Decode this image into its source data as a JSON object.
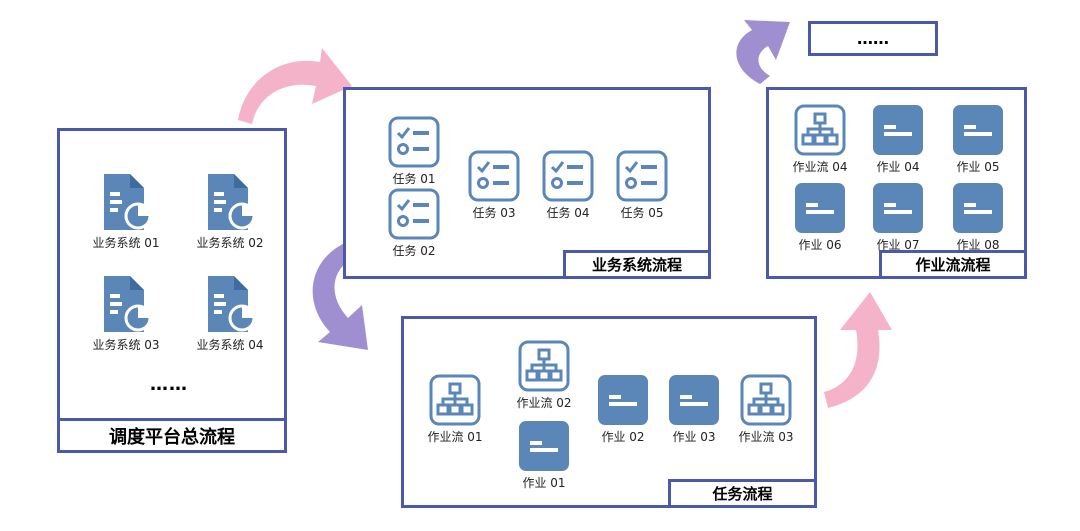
{
  "colors": {
    "border": "#4a5aa8",
    "icon": "#5b86b8",
    "pink": "#f5b3c9",
    "purple": "#9f8fd1"
  },
  "dispatch": {
    "title": "调度平台总流程",
    "systems": [
      "业务系统 01",
      "业务系统 02",
      "业务系统 03",
      "业务系统 04"
    ],
    "more": "……"
  },
  "business": {
    "title": "业务系统流程",
    "tasks": [
      "任务 01",
      "任务 02",
      "任务 03",
      "任务 04",
      "任务 05"
    ]
  },
  "task": {
    "title": "任务流程",
    "items": [
      "作业流 01",
      "作业流 02",
      "作业 01",
      "作业 02",
      "作业 03",
      "作业流 03"
    ]
  },
  "jobflow": {
    "title": "作业流流程",
    "items": [
      "作业流 04",
      "作业 04",
      "作业 05",
      "作业 06",
      "作业 07",
      "作业 08"
    ]
  },
  "top_more": "……"
}
